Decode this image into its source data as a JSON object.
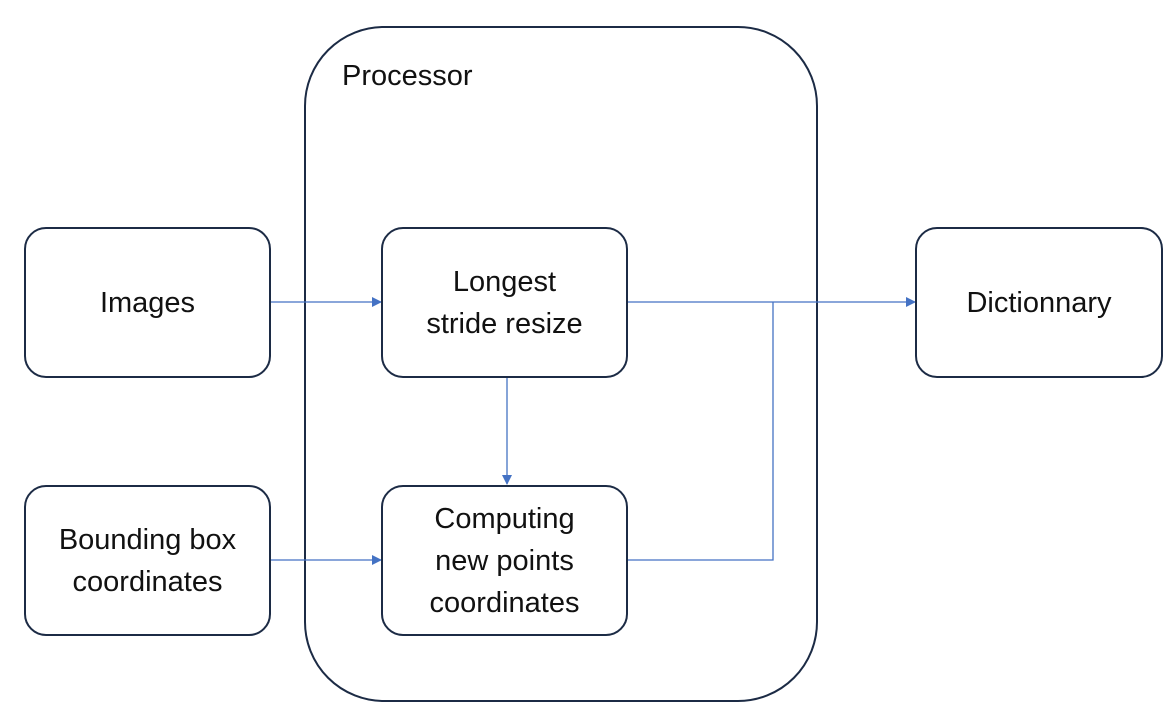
{
  "diagram": {
    "processor": {
      "title": "Processor"
    },
    "nodes": {
      "images": "Images",
      "bounding_box": "Bounding box\ncoordinates",
      "resize": "Longest\nstride resize",
      "compute_points": "Computing\nnew points\ncoordinates",
      "dictionary": "Dictionnary"
    },
    "colors": {
      "box_border": "#1c2b45",
      "arrow": "#4472c4"
    }
  }
}
